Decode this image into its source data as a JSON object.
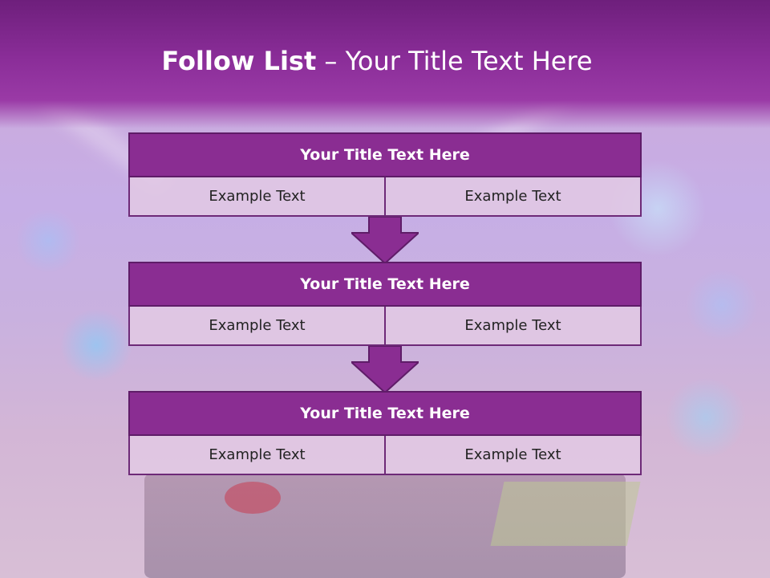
{
  "header": {
    "title_bold": "Follow List",
    "title_rest": "– Your Title Text Here"
  },
  "blocks": [
    {
      "title": "Your Title Text Here",
      "cells": [
        "Example Text",
        "Example Text"
      ]
    },
    {
      "title": "Your Title Text Here",
      "cells": [
        "Example Text",
        "Example Text"
      ]
    },
    {
      "title": "Your Title Text Here",
      "cells": [
        "Example Text",
        "Example Text"
      ]
    }
  ],
  "colors": {
    "header": "#8a2d98",
    "block_head": "#8a2d92",
    "cell": "#e1c8e4",
    "arrow": "#8a2d92"
  }
}
